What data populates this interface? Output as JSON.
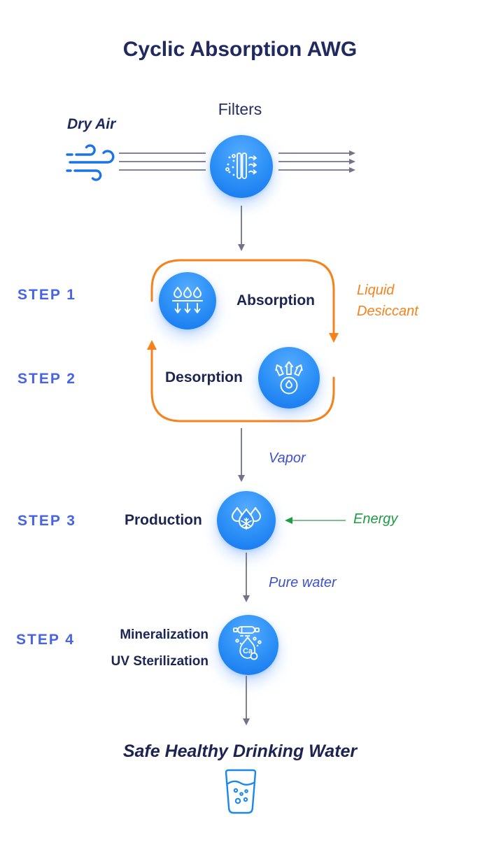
{
  "title": "Cyclic Absorption AWG",
  "top": {
    "dry_air_label": "Dry Air",
    "filters_label": "Filters"
  },
  "steps": [
    {
      "label": "STEP 1",
      "name": "Absorption"
    },
    {
      "label": "STEP 2",
      "name": "Desorption"
    },
    {
      "label": "STEP 3",
      "name": "Production"
    },
    {
      "label": "STEP 4",
      "name": "Mineralization",
      "name_line2": "UV Sterilization"
    }
  ],
  "flow_labels": {
    "liquid_desiccant_line1": "Liquid",
    "liquid_desiccant_line2": "Desiccant",
    "vapor": "Vapor",
    "pure_water": "Pure water",
    "energy": "Energy"
  },
  "result_text": "Safe Healthy Drinking Water",
  "icons": {
    "wind": "wind-icon",
    "filter_node": "air-filter-icon",
    "absorption_node": "droplets-absorb-icon",
    "desorption_node": "droplet-release-icon",
    "production_node": "droplets-snowflake-icon",
    "mineralization_node": "uv-lamp-calcium-icon",
    "water_glass": "water-glass-icon",
    "calcium_text": "Ca"
  },
  "colors": {
    "navy": "#202a60",
    "step_blue": "#4763e8",
    "node_blue": "#2f92f7",
    "orange": "#f6821c",
    "indigo_italic": "#3d50cf",
    "green": "#1e9b45",
    "arrow_gray": "#707389",
    "wind_blue": "#1a73e8",
    "glass_blue": "#1987f0"
  }
}
